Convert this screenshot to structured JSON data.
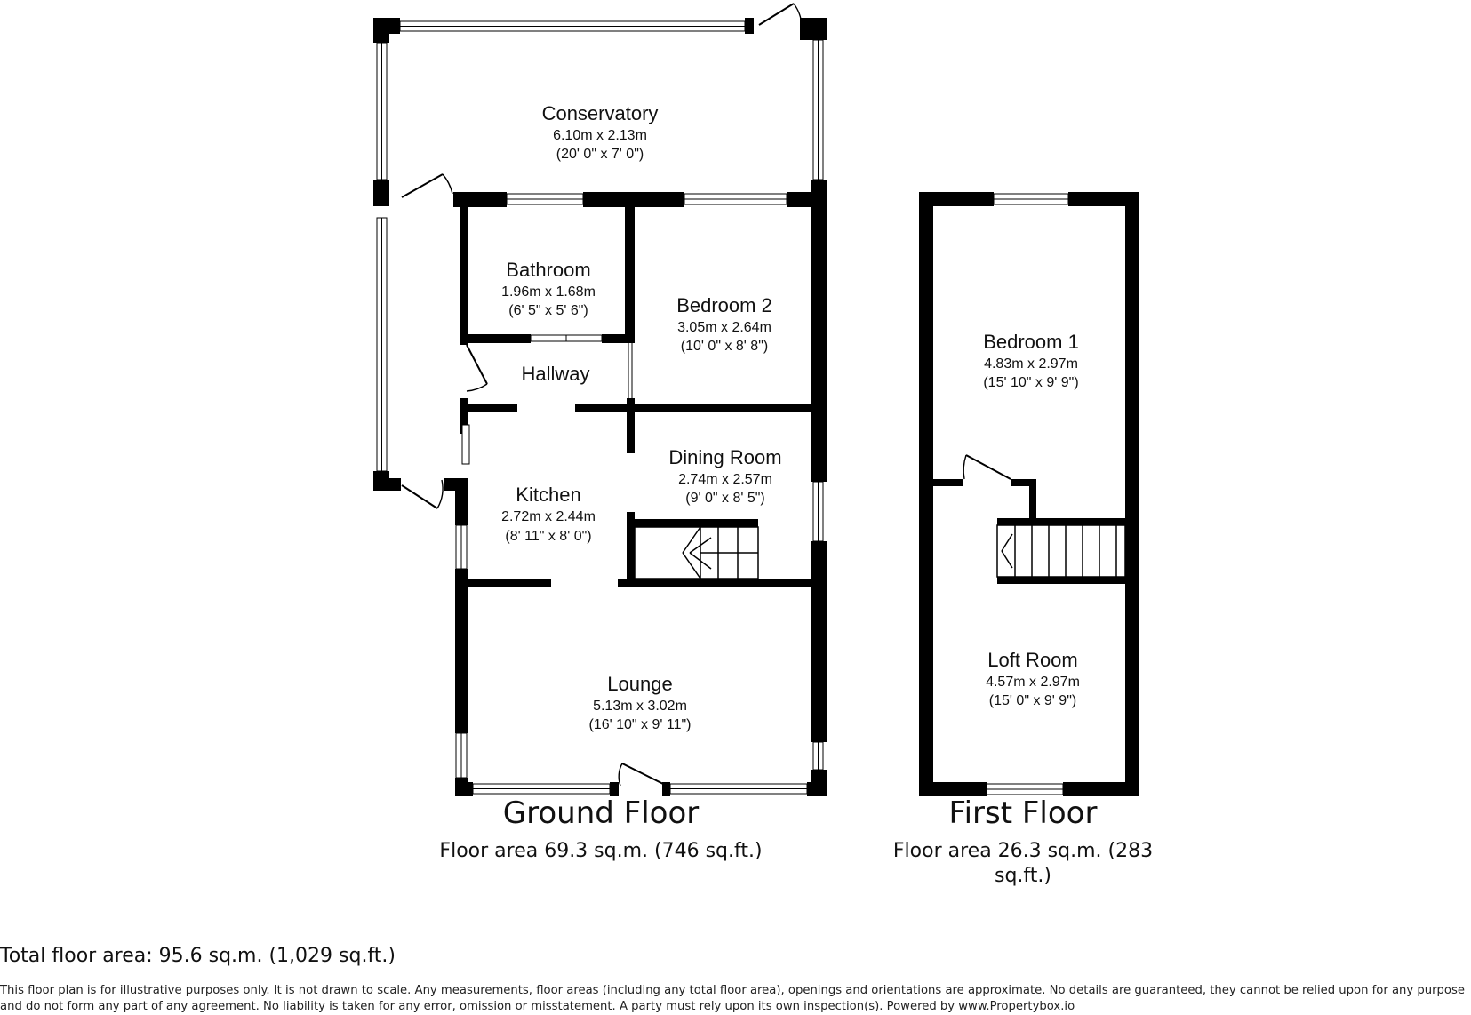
{
  "rooms": {
    "conservatory": {
      "name": "Conservatory",
      "metric": "6.10m x 2.13m",
      "imperial": "(20' 0\" x 7' 0\")"
    },
    "bathroom": {
      "name": "Bathroom",
      "metric": "1.96m x 1.68m",
      "imperial": "(6' 5\" x 5' 6\")"
    },
    "bedroom2": {
      "name": "Bedroom 2",
      "metric": "3.05m x 2.64m",
      "imperial": "(10' 0\" x 8' 8\")"
    },
    "hallway": {
      "name": "Hallway"
    },
    "dining": {
      "name": "Dining Room",
      "metric": "2.74m x 2.57m",
      "imperial": "(9' 0\" x 8' 5\")"
    },
    "kitchen": {
      "name": "Kitchen",
      "metric": "2.72m x 2.44m",
      "imperial": "(8' 11\" x 8' 0\")"
    },
    "lounge": {
      "name": "Lounge",
      "metric": "5.13m x 3.02m",
      "imperial": "(16' 10\" x 9' 11\")"
    },
    "bedroom1": {
      "name": "Bedroom 1",
      "metric": "4.83m x 2.97m",
      "imperial": "(15' 10\" x 9' 9\")"
    },
    "loft": {
      "name": "Loft Room",
      "metric": "4.57m x 2.97m",
      "imperial": "(15' 0\" x 9' 9\")"
    }
  },
  "floors": {
    "ground": {
      "title": "Ground Floor",
      "area": "Floor area 69.3 sq.m. (746 sq.ft.)"
    },
    "first": {
      "title": "First Floor",
      "area_line1": "Floor area 26.3 sq.m. (283",
      "area_line2": "sq.ft.)"
    }
  },
  "total_area": "Total floor area: 95.6 sq.m. (1,029 sq.ft.)",
  "disclaimer": "This floor plan is for illustrative purposes only. It is not drawn to scale. Any measurements, floor areas (including any total floor area), openings and orientations are approximate. No details are guaranteed, they cannot be relied upon for any purpose and do not form any part of any agreement. No liability is taken for any error, omission or misstatement. A party must rely upon its own inspection(s). Powered by www.Propertybox.io"
}
